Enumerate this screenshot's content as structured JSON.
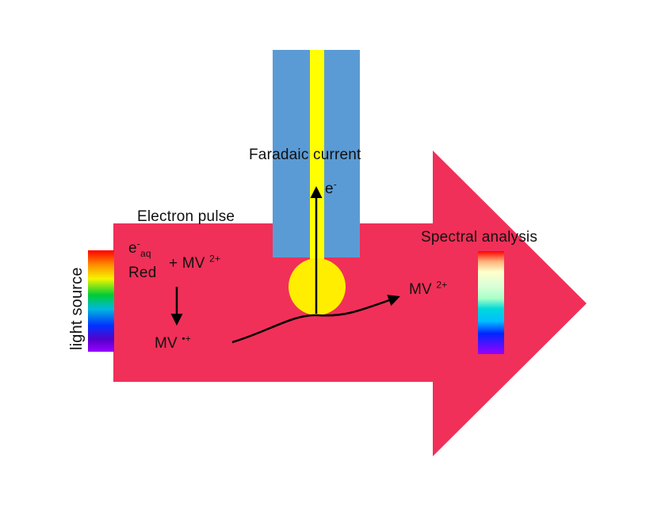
{
  "labels": {
    "faradaic_current": "Faradaic current",
    "electron_pulse": "Electron pulse",
    "spectral_analysis": "Spectral analysis",
    "light_source": "light source",
    "electron_symbol": "e",
    "electron_charge": "-",
    "solvated_electron_base": "e",
    "solvated_electron_charge": "-",
    "solvated_electron_sub": "aq",
    "red": "Red",
    "plus_mv": "+ MV",
    "mv_charge_2plus": "2+",
    "mv_radical": "MV",
    "mv_radical_charge": "•+",
    "mv_product": "MV",
    "mv_product_charge": "2+"
  },
  "colors": {
    "arrow_body": "#f03058",
    "electrode_outer": "#5b9bd5",
    "electrode_core": "#ffff00",
    "electrode_tip": "#ffee00",
    "text": "#111111",
    "flow_arrow": "#000000"
  }
}
